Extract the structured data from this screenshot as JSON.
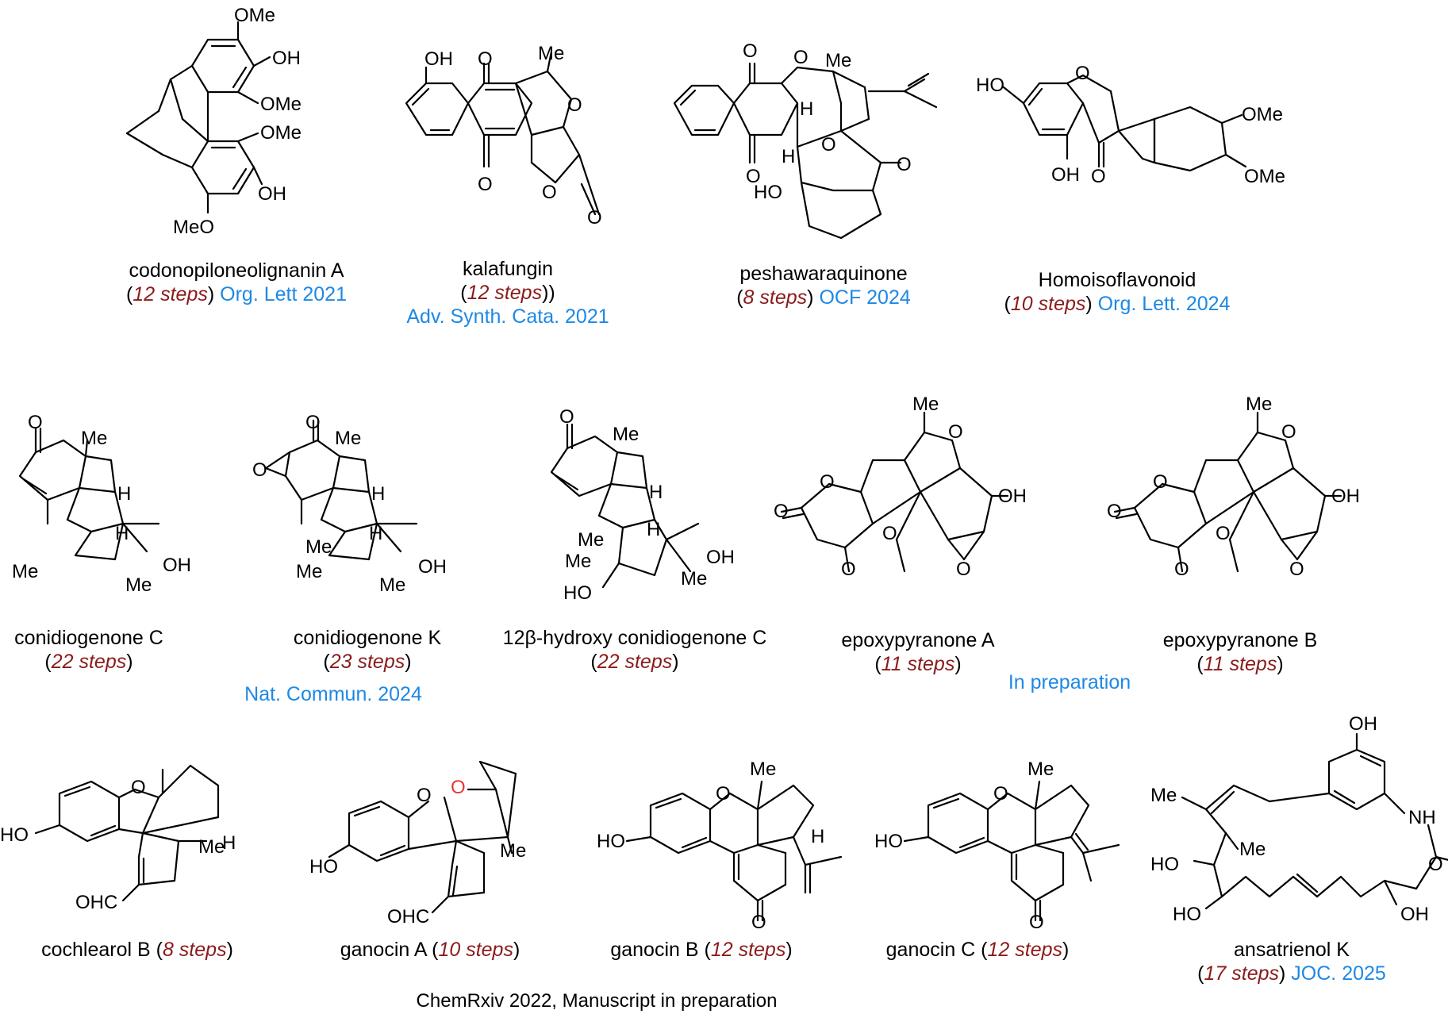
{
  "compounds": [
    {
      "name": "codonopiloneolignanin  A",
      "steps": "12 steps",
      "ref": "Org. Lett 2021",
      "atoms": [
        "OMe",
        "OH",
        "OMe",
        "OMe",
        "OH",
        "MeO"
      ]
    },
    {
      "name": "kalafungin",
      "steps": "12 steps",
      "ref": "Adv. Synth. Cata. 2021",
      "atoms": [
        "OH",
        "O",
        "Me",
        "O",
        "O",
        "O",
        "O"
      ]
    },
    {
      "name": "peshawaraquinone",
      "steps": "8 steps",
      "ref": "OCF 2024",
      "atoms": [
        "O",
        "O",
        "Me",
        "H",
        "O",
        "O",
        "H",
        "HO",
        "O"
      ]
    },
    {
      "name": "Homoisoflavonoid",
      "steps": "10 steps",
      "ref": "Org. Lett. 2024",
      "atoms": [
        "HO",
        "O",
        "OMe",
        "OMe",
        "OH",
        "O"
      ]
    },
    {
      "name": "conidiogenone C",
      "steps": "22 steps",
      "atoms": [
        "O",
        "Me",
        "H",
        "H",
        "Me",
        "OH",
        "Me"
      ]
    },
    {
      "name": "conidiogenone  K",
      "steps": "23 steps",
      "ref": "Nat. Commun. 2024",
      "atoms": [
        "O",
        "O",
        "Me",
        "H",
        "H",
        "Me",
        "Me",
        "OH",
        "Me"
      ]
    },
    {
      "name": "12β-hydroxy conidiogenone C",
      "steps": "22 steps",
      "atoms": [
        "O",
        "Me",
        "H",
        "H",
        "Me",
        "Me",
        "OH",
        "Me",
        "HO"
      ]
    },
    {
      "name": "epoxypyranone A",
      "steps": "11 steps",
      "atoms": [
        "Me",
        "O",
        "O",
        "O",
        "OH",
        "O",
        "O",
        "O"
      ]
    },
    {
      "name": "epoxypyranone B",
      "steps": "11 steps",
      "atoms": [
        "Me",
        "O",
        "O",
        "O",
        "OH",
        "O",
        "O",
        "O"
      ]
    },
    {
      "name": "cochlearol B",
      "steps": "8 steps",
      "atoms": [
        "O",
        "HO",
        "Me",
        "H",
        "OHC"
      ]
    },
    {
      "name": "ganocin A",
      "steps": "10 steps",
      "atoms": [
        "O",
        "O",
        "HO",
        "Me",
        "OHC"
      ]
    },
    {
      "name": "ganocin B",
      "steps": "12 steps",
      "atoms": [
        "O",
        "Me",
        "H",
        "HO",
        "O"
      ]
    },
    {
      "name": "ganocin C",
      "steps": "12 steps",
      "atoms": [
        "O",
        "Me",
        "HO",
        "O"
      ]
    },
    {
      "name": "ansatrienol K",
      "steps": "17 steps",
      "ref": "JOC. 2025",
      "atoms": [
        "OH",
        "Me",
        "NH",
        "Me",
        "HO",
        "O",
        "HO",
        "OH"
      ]
    }
  ],
  "group_refs": {
    "row2_note": "In preparation",
    "row3_note": "ChemRxiv 2022, Manuscript in preparation"
  },
  "colors": {
    "steps": "#8b1a1a",
    "reference": "#1e88e5",
    "text": "#000000",
    "highlight_red": "#e53935",
    "highlight_blue": "#1e88e5"
  }
}
